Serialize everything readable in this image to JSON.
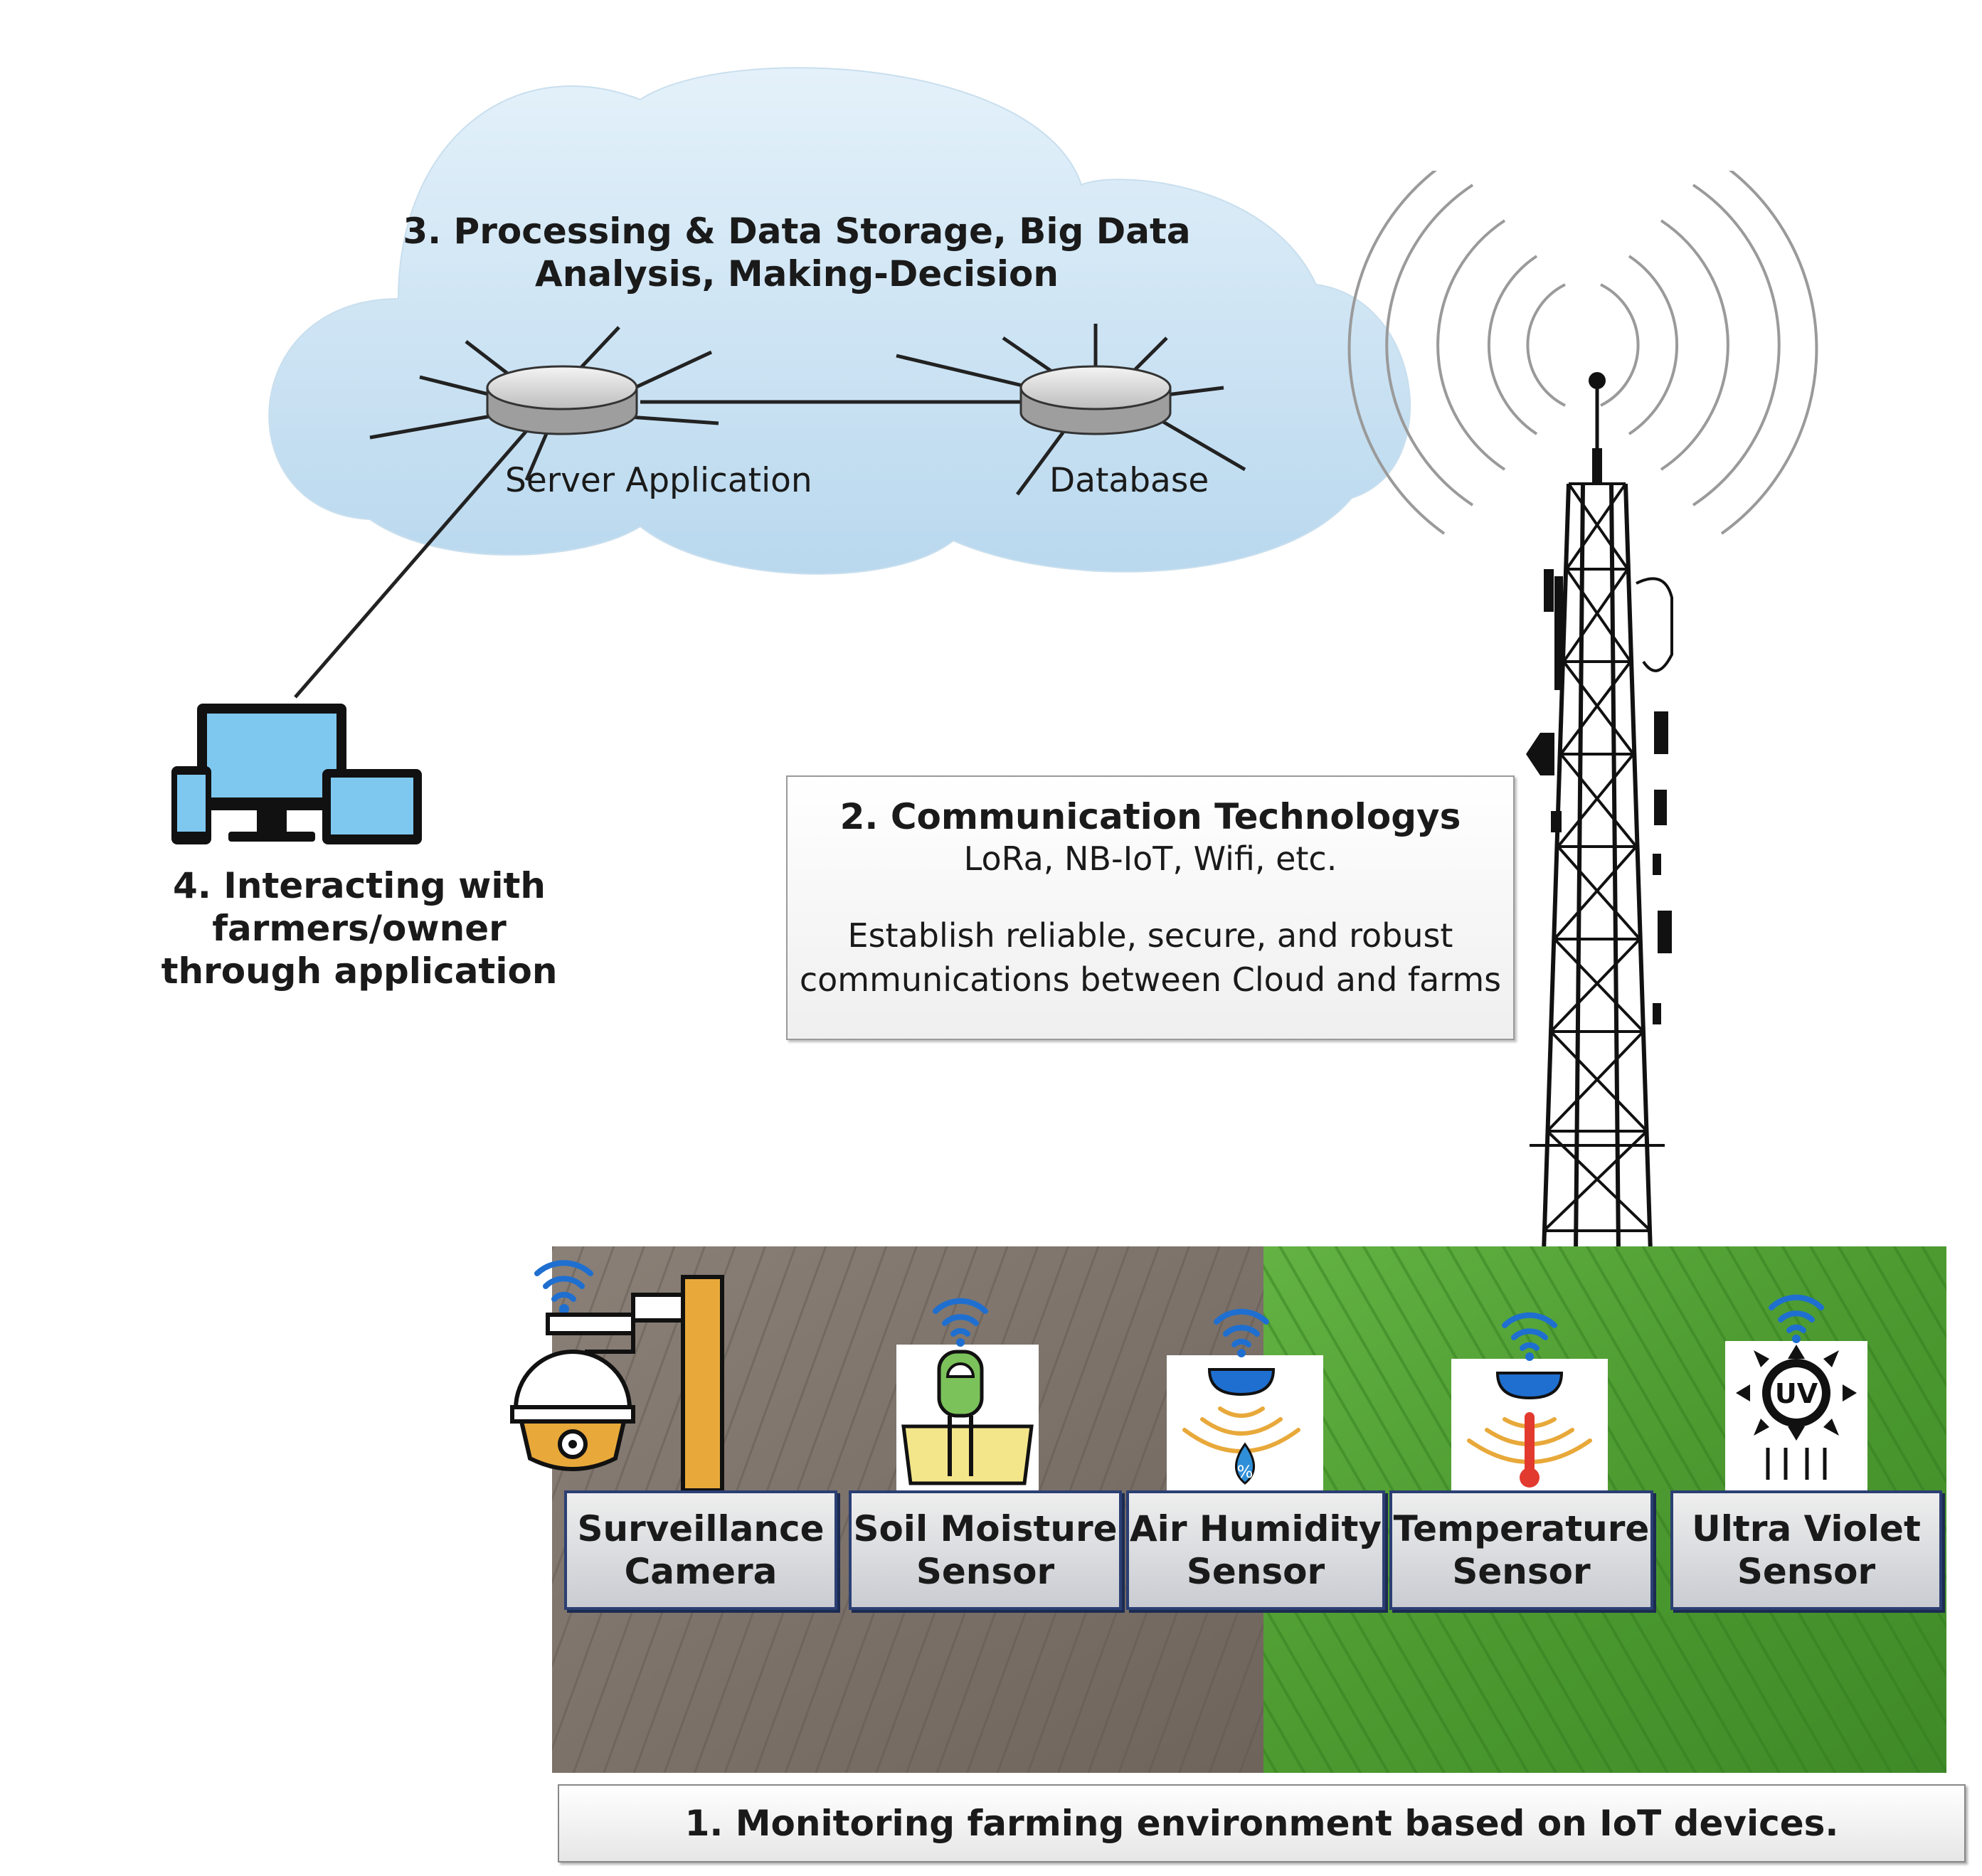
{
  "cloud": {
    "title_line1": "3. Processing & Data Storage, Big Data",
    "title_line2": "Analysis, Making-Decision",
    "server_label": "Server Application",
    "database_label": "Database"
  },
  "devices": {
    "label_line1": "4. Interacting with farmers/owner",
    "label_line2": "through application"
  },
  "communication": {
    "title": "2. Communication Technologys",
    "protocols": "LoRa, NB-IoT, Wifi, etc.",
    "description_line1": "Establish reliable, secure, and robust",
    "description_line2": "communications between Cloud and farms"
  },
  "sensors": [
    {
      "line1": "Surveillance",
      "line2": "Camera"
    },
    {
      "line1": "Soil Moisture",
      "line2": "Sensor"
    },
    {
      "line1": "Air Humidity",
      "line2": "Sensor"
    },
    {
      "line1": "Temperature",
      "line2": "Sensor"
    },
    {
      "line1": "Ultra Violet",
      "line2": "Sensor"
    }
  ],
  "uv_icon_text": "UV",
  "humidity_icon_text": "%",
  "monitoring": {
    "label": "1. Monitoring farming environment based on IoT devices."
  },
  "colors": {
    "cloud": "#cfe3f1",
    "wifi": "#1f6fd0",
    "soil": "#7a6e64",
    "grass": "#4f9a32",
    "label_border": "#2b3f73"
  },
  "icons": [
    "cloud-icon",
    "router-icon",
    "devices-icon",
    "tower-icon",
    "wifi-icon",
    "camera-icon",
    "soil-moisture-icon",
    "humidity-icon",
    "thermometer-icon",
    "uv-icon"
  ]
}
